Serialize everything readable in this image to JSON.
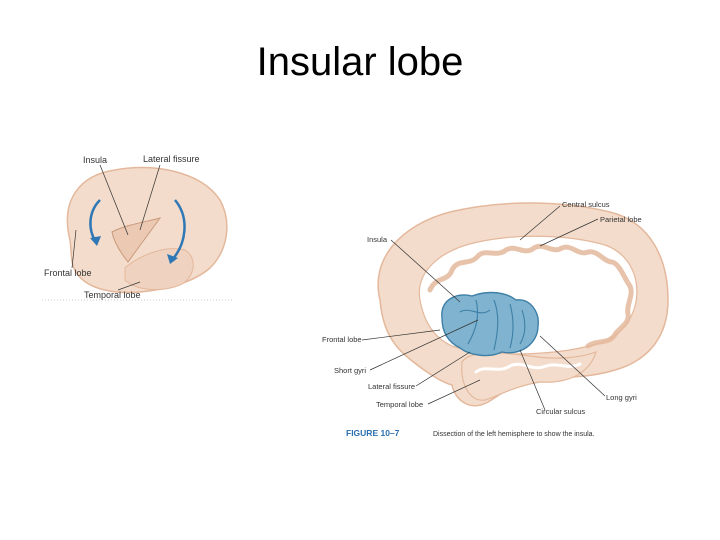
{
  "title": "Insular lobe",
  "figure_left": {
    "labels": {
      "insula": "Insula",
      "lateral_fissure": "Lateral fissure",
      "frontal_lobe": "Frontal lobe",
      "temporal_lobe": "Temporal lobe"
    }
  },
  "figure_right": {
    "labels": {
      "central_sulcus": "Central sulcus",
      "parietal_lobe": "Parietal lobe",
      "insula": "Insula",
      "frontal_lobe": "Frontal lobe",
      "short_gyri": "Short gyri",
      "lateral_fissure": "Lateral fissure",
      "temporal_lobe": "Temporal lobe",
      "circular_sulcus": "Circular sulcus",
      "long_gyri": "Long gyri"
    },
    "caption_number": "FIGURE 10–7",
    "caption_text": "Dissection of the left hemisphere to show the insula."
  },
  "colors": {
    "brain_fill": "#f3dccb",
    "brain_edge": "#e4b89c",
    "insula_fill": "#7fb3cf",
    "insula_edge": "#3d7fa6",
    "arrow_blue": "#2f77b5",
    "caption_blue": "#2a6fb0"
  }
}
